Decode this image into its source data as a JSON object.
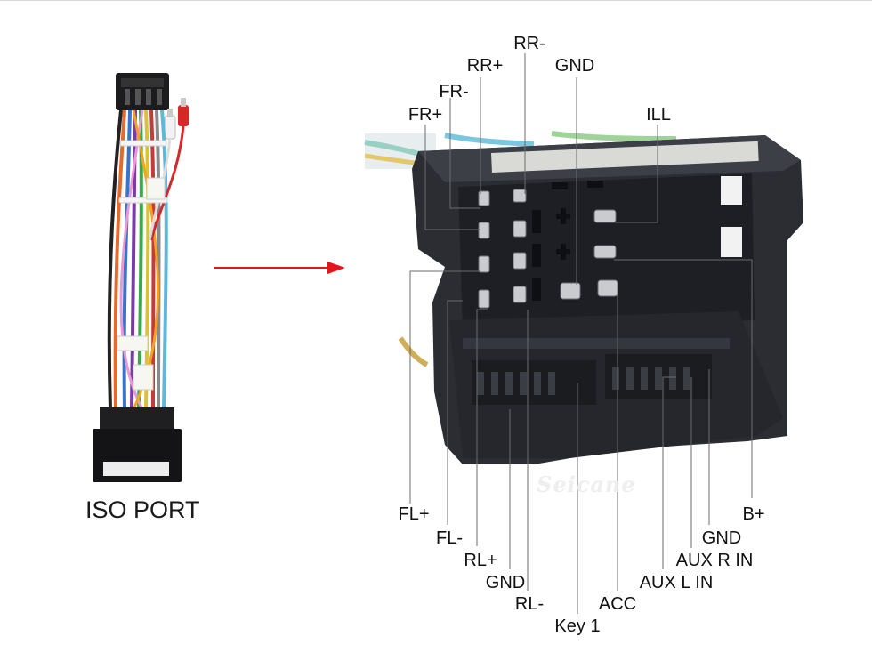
{
  "iso_caption": "ISO PORT",
  "watermark": "Seicane",
  "pins_top": {
    "fr_plus": "FR+",
    "fr_minus": "FR-",
    "rr_plus": "RR+",
    "rr_minus": "RR-",
    "gnd": "GND",
    "ill": "ILL"
  },
  "pins_bottom": {
    "fl_plus": "FL+",
    "fl_minus": "FL-",
    "rl_plus": "RL+",
    "gnd": "GND",
    "rl_minus": "RL-",
    "key1": "Key 1",
    "acc": "ACC",
    "aux_l_in": "AUX L IN",
    "aux_r_in": "AUX R IN",
    "gnd2": "GND",
    "b_plus": "B+"
  },
  "colors": {
    "arrow": "#e5161b",
    "connector_body": "#2b2d33",
    "leader_lines": "#6b6b6b"
  }
}
